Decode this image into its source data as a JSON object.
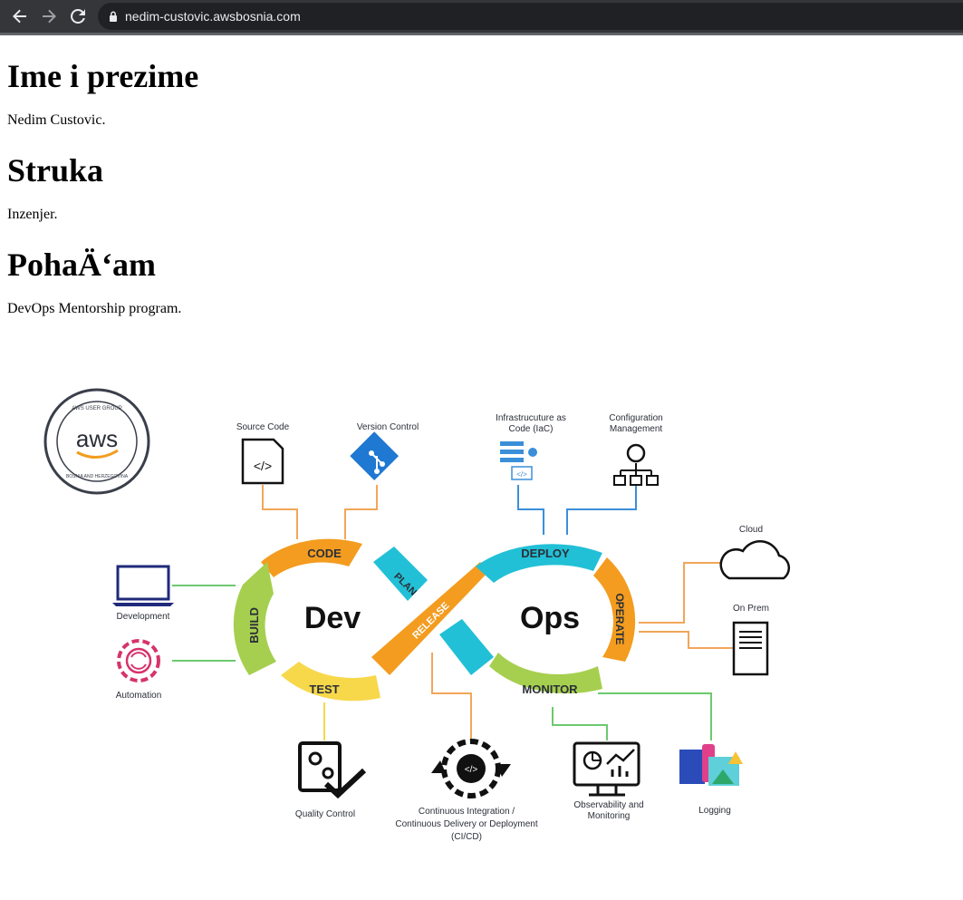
{
  "browser": {
    "url": "nedim-custovic.awsbosnia.com",
    "back_icon": "back-arrow-icon",
    "forward_icon": "forward-arrow-icon",
    "reload_icon": "reload-icon",
    "secure_icon": "lock-icon"
  },
  "page": {
    "heading1": "Ime i prezime",
    "text1": "Nedim Custovic.",
    "heading2": "Struka",
    "text2": "Inzenjer.",
    "heading3": "PohaÄ‘am",
    "text3": "DevOps Mentorship program."
  },
  "diagram": {
    "logo": {
      "top_text": "AWS USER GROUP",
      "brand": "aws",
      "bottom_text": "BOSNIA AND HERZEGOVINA"
    },
    "center_dev": "Dev",
    "center_ops": "Ops",
    "stages": {
      "code": "CODE",
      "build": "BUILD",
      "test": "TEST",
      "plan": "PLAN",
      "release": "RELEASE",
      "deploy": "DEPLOY",
      "operate": "OPERATE",
      "monitor": "MONITOR"
    },
    "labels": {
      "source_code": "Source Code",
      "version_control": "Version Control",
      "iac_line1": "Infrastrucuture as",
      "iac_line2": "Code (IaC)",
      "config_line1": "Configuration",
      "config_line2": "Management",
      "cloud": "Cloud",
      "on_prem": "On Prem",
      "development": "Development",
      "automation": "Automation",
      "quality_control": "Quality Control",
      "cicd_line1": "Continuous Integration /",
      "cicd_line2": "Continuous Delivery or Deployment",
      "cicd_line3": "(CI/CD)",
      "observability_line1": "Observability and",
      "observability_line2": "Monitoring",
      "logging": "Logging"
    },
    "colors": {
      "orange": "#f39c1f",
      "green": "#a6cf4f",
      "yellow": "#f7d84b",
      "cyan": "#22c0d6",
      "line_orange": "#f2a65a",
      "line_blue": "#3a8fd9",
      "line_green": "#6cc96f"
    }
  }
}
